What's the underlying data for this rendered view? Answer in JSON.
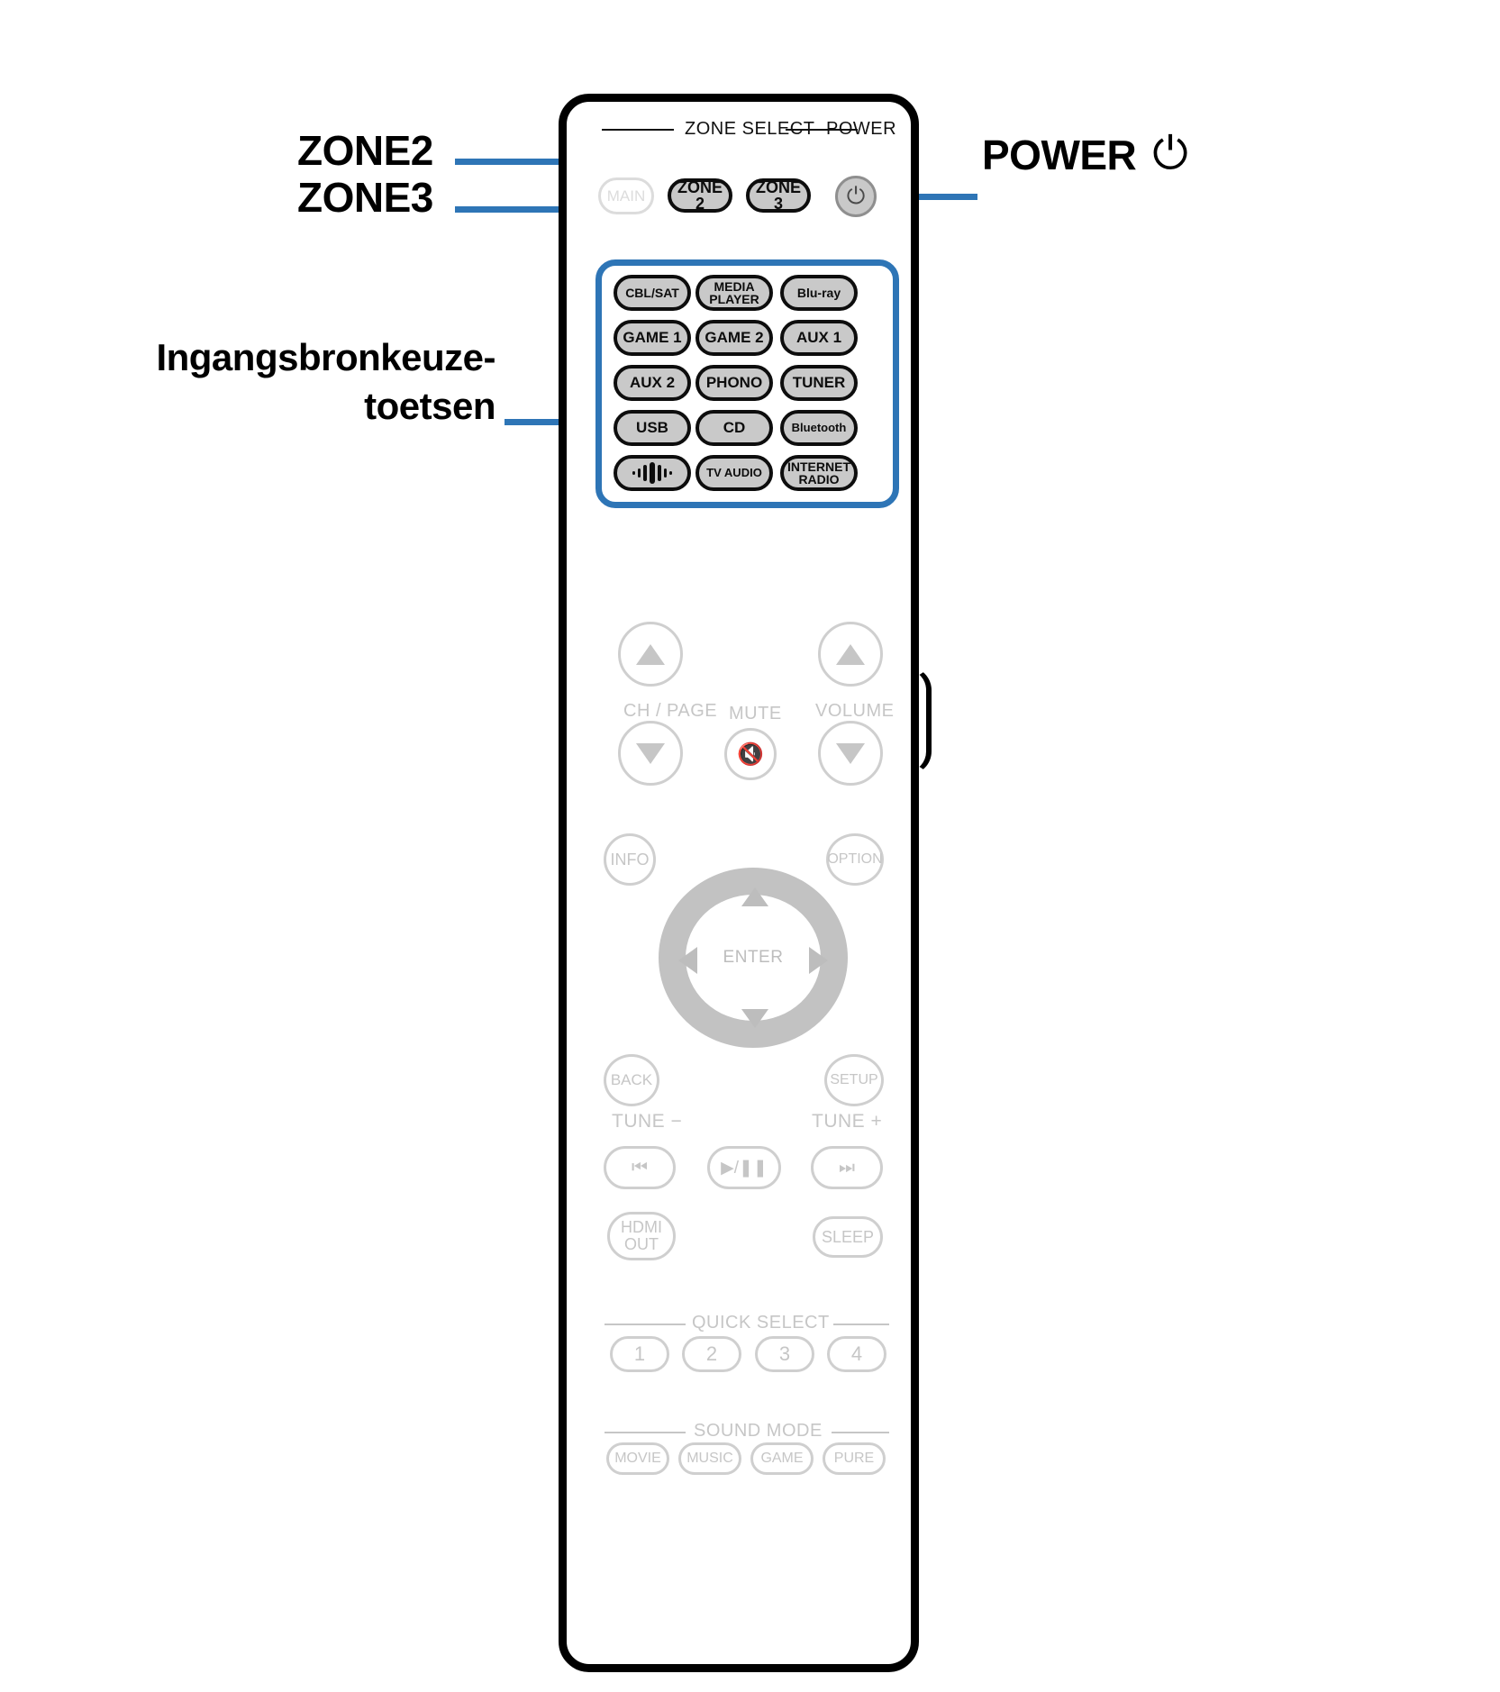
{
  "callouts": {
    "zone2": "ZONE2",
    "zone3": "ZONE3",
    "input_source": "Ingangsbronkeuze-toetsen",
    "power": "POWER",
    "power_glyph": "⏻"
  },
  "colors": {
    "accent_blue": "#2e75b6",
    "button_fill": "#c9c9c9",
    "button_border": "#0d0d0d",
    "faded_gray": "#c6c6c6"
  },
  "remote": {
    "zone_select": {
      "group_label": "ZONE SELECT",
      "power_label": "POWER",
      "buttons": [
        {
          "name": "main",
          "label": "MAIN",
          "state": "faded"
        },
        {
          "name": "zone2",
          "label": "ZONE 2",
          "state": "active"
        },
        {
          "name": "zone3",
          "label": "ZONE 3",
          "state": "active"
        }
      ],
      "power_button": {
        "name": "power",
        "icon": "power-icon",
        "state": "active"
      }
    },
    "input_sources": {
      "highlighted": true,
      "rows": [
        [
          {
            "label": "CBL/SAT",
            "lines": [
              "CBL/SAT"
            ],
            "icon": null
          },
          {
            "label": "MEDIA PLAYER",
            "lines": [
              "MEDIA",
              "PLAYER"
            ],
            "icon": null
          },
          {
            "label": "Blu-ray",
            "lines": [
              "Blu-ray"
            ],
            "icon": null
          }
        ],
        [
          {
            "label": "GAME 1",
            "lines": [
              "GAME 1"
            ],
            "icon": null
          },
          {
            "label": "GAME 2",
            "lines": [
              "GAME 2"
            ],
            "icon": null
          },
          {
            "label": "AUX 1",
            "lines": [
              "AUX 1"
            ],
            "icon": null
          }
        ],
        [
          {
            "label": "AUX 2",
            "lines": [
              "AUX 2"
            ],
            "icon": null
          },
          {
            "label": "PHONO",
            "lines": [
              "PHONO"
            ],
            "icon": null
          },
          {
            "label": "TUNER",
            "lines": [
              "TUNER"
            ],
            "icon": null
          }
        ],
        [
          {
            "label": "USB",
            "lines": [
              "USB"
            ],
            "icon": null
          },
          {
            "label": "CD",
            "lines": [
              "CD"
            ],
            "icon": null
          },
          {
            "label": "Bluetooth",
            "lines": [
              "Bluetooth"
            ],
            "icon": null
          }
        ],
        [
          {
            "label": "HEOS",
            "lines": [],
            "icon": "heos-sound-icon"
          },
          {
            "label": "TV AUDIO",
            "lines": [
              "TV AUDIO"
            ],
            "icon": null
          },
          {
            "label": "INTERNET RADIO",
            "lines": [
              "INTERNET",
              "RADIO"
            ],
            "icon": null
          }
        ]
      ]
    },
    "ch_page": {
      "label": "CH / PAGE",
      "up": "up-triangle-icon",
      "down": "down-triangle-icon"
    },
    "mute": {
      "label": "MUTE",
      "icon": "mute-speaker-icon"
    },
    "volume": {
      "label": "VOLUME",
      "up": "up-triangle-icon",
      "down": "down-triangle-icon"
    },
    "navigation": {
      "info": "INFO",
      "option": "OPTION",
      "enter": "ENTER",
      "back": "BACK",
      "setup": "SETUP"
    },
    "tuning": {
      "tune_minus": "TUNE −",
      "tune_plus": "TUNE +"
    },
    "transport": {
      "previous": "⏮",
      "play_pause": "▶/❚❚",
      "next": "⏭"
    },
    "misc": {
      "hdmi_out": [
        "HDMI",
        "OUT"
      ],
      "sleep": "SLEEP"
    },
    "quick_select": {
      "label": "QUICK SELECT",
      "buttons": [
        "1",
        "2",
        "3",
        "4"
      ]
    },
    "sound_mode": {
      "label": "SOUND MODE",
      "buttons": [
        "MOVIE",
        "MUSIC",
        "GAME",
        "PURE"
      ]
    }
  }
}
